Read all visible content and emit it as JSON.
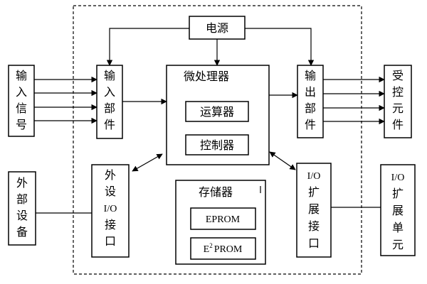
{
  "diagram": {
    "power": "电源",
    "input_signal": [
      "输",
      "入",
      "信",
      "号"
    ],
    "input_unit": [
      "输",
      "入",
      "部",
      "件"
    ],
    "cpu": "微处理器",
    "alu": "运算器",
    "controller": "控制器",
    "output_unit": [
      "输",
      "出",
      "部",
      "件"
    ],
    "controlled_elements": [
      "受",
      "控",
      "元",
      "件"
    ],
    "external_device": [
      "外",
      "部",
      "设",
      "备"
    ],
    "peripheral_io": [
      "外",
      "设",
      "I/O",
      "接",
      "口"
    ],
    "memory": "存储器",
    "eprom": "EPROM",
    "eeprom_base": "E",
    "eeprom_sup": "2",
    "eeprom_rest": "PROM",
    "io_expansion_port": [
      "I/O",
      "扩",
      "展",
      "接",
      "口"
    ],
    "io_expansion_unit": [
      "I/O",
      "扩",
      "展",
      "单",
      "元"
    ]
  }
}
